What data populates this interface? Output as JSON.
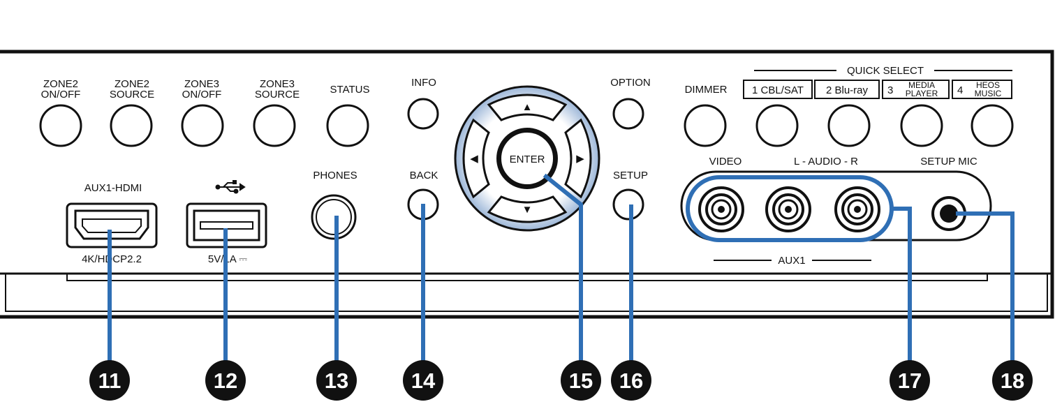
{
  "buttons_top": {
    "zone2_onoff": [
      "ZONE2",
      "ON/OFF"
    ],
    "zone2_source": [
      "ZONE2",
      "SOURCE"
    ],
    "zone3_onoff": [
      "ZONE3",
      "ON/OFF"
    ],
    "zone3_source": [
      "ZONE3",
      "SOURCE"
    ],
    "status": "STATUS",
    "info": "INFO",
    "option": "OPTION",
    "dimmer": "DIMMER"
  },
  "quick_select": {
    "title": "QUICK SELECT",
    "q1": "1 CBL/SAT",
    "q2": "2 Blu-ray",
    "q3_num": "3",
    "q3": [
      "MEDIA",
      "PLAYER"
    ],
    "q4_num": "4",
    "q4": [
      "HEOS",
      "MUSIC"
    ]
  },
  "lower_labels": {
    "aux1_hdmi": "AUX1-HDMI",
    "hdcp": "4K/HDCP2.2",
    "usb_power": "5V/1A ⎓",
    "phones": "PHONES",
    "back": "BACK",
    "setup": "SETUP",
    "video": "VIDEO",
    "audio": "L - AUDIO - R",
    "setup_mic": "SETUP MIC",
    "aux1": "AUX1"
  },
  "dpad": {
    "enter": "ENTER",
    "up": "▲",
    "down": "▼",
    "left": "◀",
    "right": "▶"
  },
  "callouts": [
    "11",
    "12",
    "13",
    "14",
    "15",
    "16",
    "17",
    "18"
  ],
  "colors": {
    "callout_line": "#2f6fb5",
    "callout_badge": "#111111",
    "panel_outline": "#111111",
    "dpad_glow": "#9db7d8"
  }
}
